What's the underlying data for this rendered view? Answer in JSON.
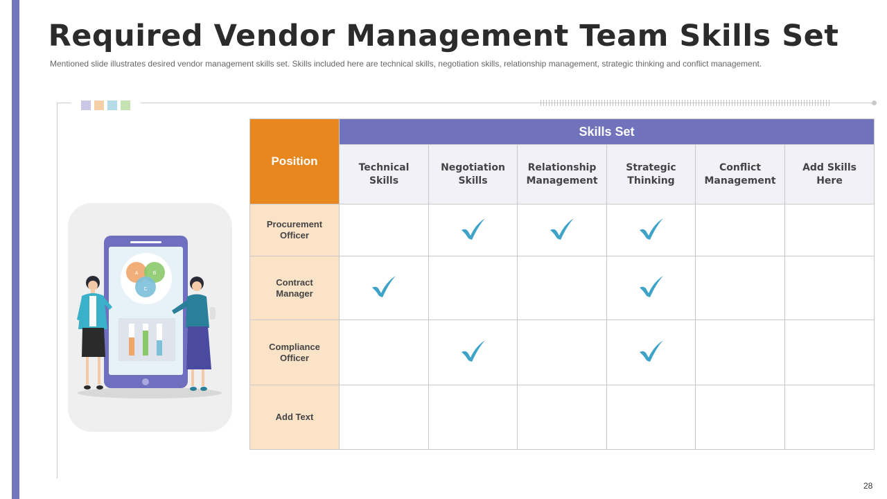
{
  "slide": {
    "title": "Required Vendor Management Team Skills Set",
    "subtitle": "Mentioned slide illustrates desired vendor  management  skills set. Skills included here are technical skills, negotiation skills, relationship management, strategic thinking and conflict management.",
    "page_number": "28"
  },
  "colors": {
    "accent_purple": "#7073bc",
    "position_orange": "#e9871f",
    "row_peach": "#fbe3c8",
    "check_blue": "#3fa3c8",
    "swatches": [
      "#c9c9e6",
      "#f6cfa8",
      "#b4dbe8",
      "#c6e3b4"
    ]
  },
  "illustration": {
    "icon": "presentation-phone-illustration",
    "venn_labels": [
      "A",
      "B",
      "C"
    ]
  },
  "table": {
    "position_header": "Position",
    "skills_header": "Skills Set",
    "columns": [
      [
        "Technical",
        "Skills"
      ],
      [
        "Negotiation",
        "Skills"
      ],
      [
        "Relationship",
        "Management"
      ],
      [
        "Strategic",
        "Thinking"
      ],
      [
        "Conflict",
        "Management"
      ],
      [
        "Add Skills",
        "Here"
      ]
    ],
    "rows": [
      {
        "position": [
          "Procurement",
          "Officer"
        ],
        "checks": [
          false,
          true,
          true,
          true,
          false,
          false
        ]
      },
      {
        "position": [
          "Contract",
          "Manager"
        ],
        "checks": [
          true,
          false,
          false,
          true,
          false,
          false
        ]
      },
      {
        "position": [
          "Compliance",
          "Officer"
        ],
        "checks": [
          false,
          true,
          false,
          true,
          false,
          false
        ]
      },
      {
        "position": [
          "Add Text"
        ],
        "checks": [
          false,
          false,
          false,
          false,
          false,
          false
        ]
      }
    ],
    "check_icon": "checkmark-icon"
  }
}
